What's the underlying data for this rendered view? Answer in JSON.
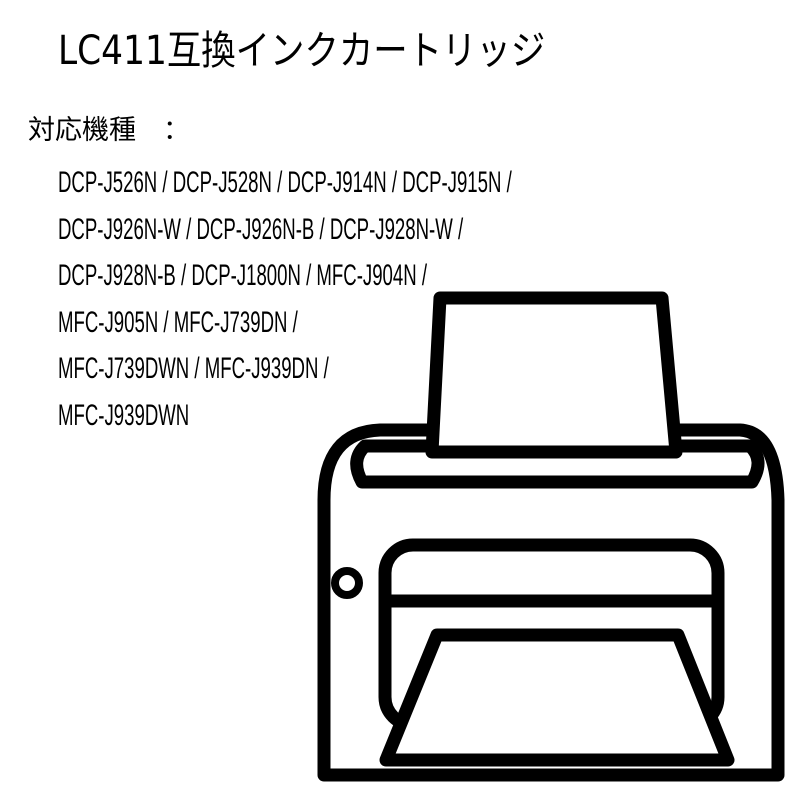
{
  "title": "LC411互換インクカートリッジ",
  "subtitle": "対応機種　：",
  "model_lines": [
    "DCP-J526N / DCP-J528N / DCP-J914N / DCP-J915N /",
    "DCP-J926N-W / DCP-J926N-B / DCP-J928N-W /",
    "DCP-J928N-B / DCP-J1800N / MFC-J904N /",
    "MFC-J905N / MFC-J739DN /",
    "MFC-J739DWN / MFC-J939DN /",
    "MFC-J939DWN"
  ],
  "icon": "printer-icon"
}
